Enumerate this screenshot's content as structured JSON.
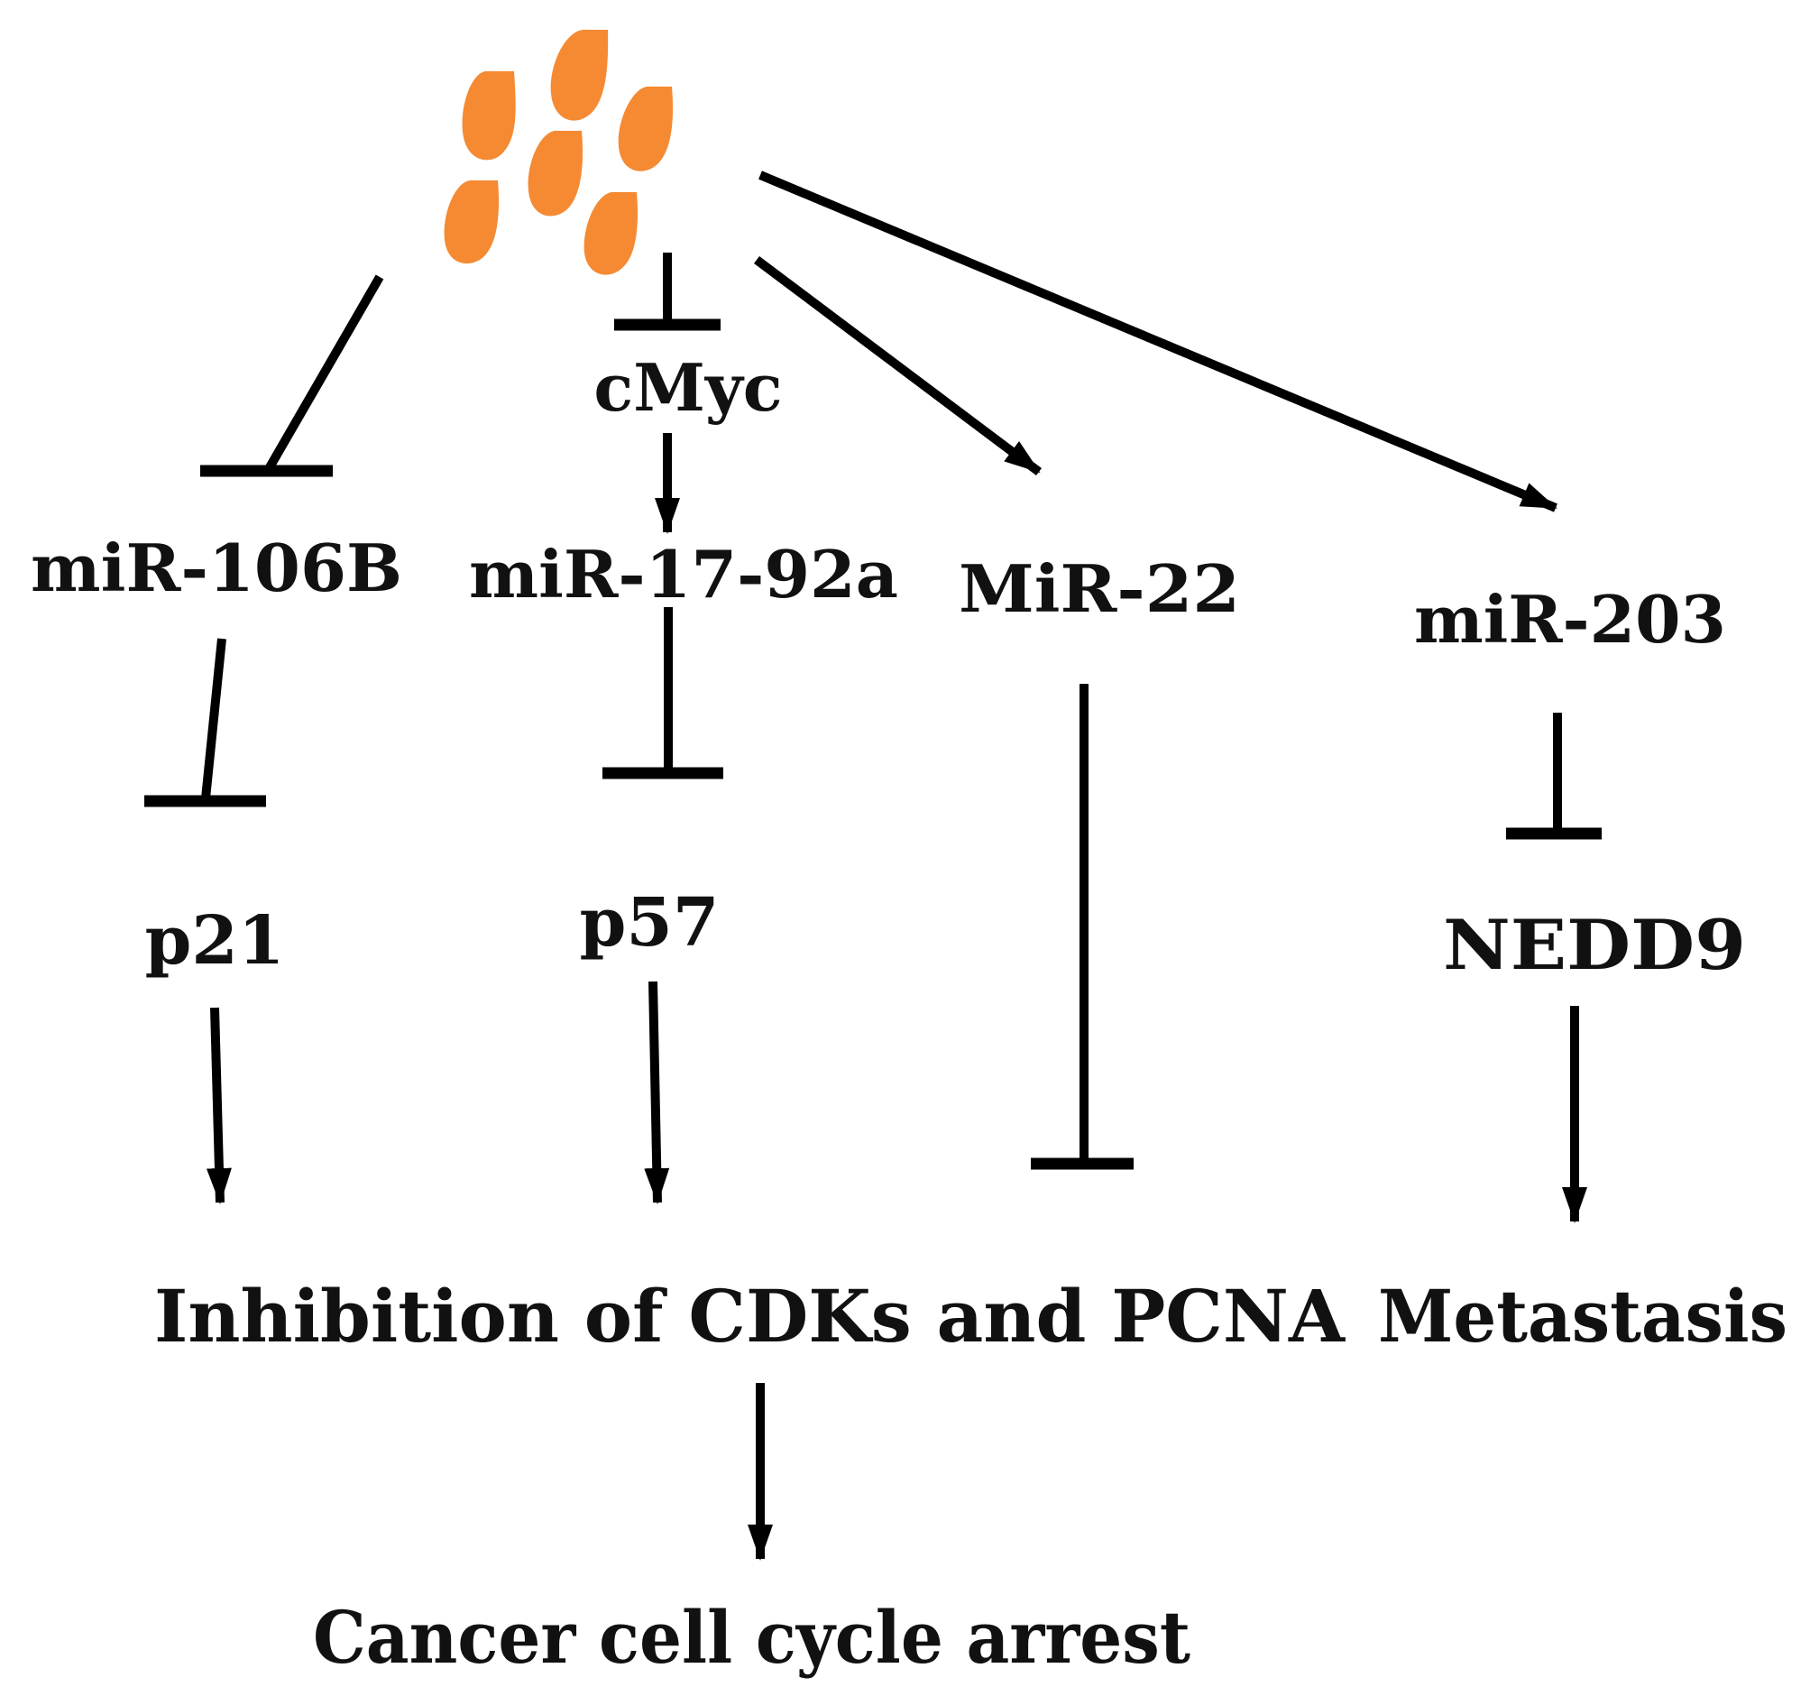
{
  "diagram": {
    "colors": {
      "seed_fill": "#F58A33",
      "line": "#000000",
      "text": "#111111"
    },
    "icon": "seeds-cluster-icon",
    "nodes": {
      "cmyc": "cMyc",
      "mir106b": "miR-106B",
      "mir1792a": "miR-17-92a",
      "mir22": "MiR-22",
      "mir203": "miR-203",
      "p21": "p21",
      "p57": "p57",
      "nedd9": "NEDD9",
      "inhibition": "Inhibition of CDKs and PCNA",
      "metastasis": "Metastasis",
      "arrest": "Cancer cell cycle arrest"
    },
    "edges": [
      {
        "from": "seeds",
        "to": "mir106b",
        "type": "inhibits"
      },
      {
        "from": "seeds",
        "to": "cmyc",
        "type": "inhibits"
      },
      {
        "from": "seeds",
        "to": "mir22",
        "type": "activates"
      },
      {
        "from": "seeds",
        "to": "mir203",
        "type": "activates"
      },
      {
        "from": "cmyc",
        "to": "mir1792a",
        "type": "activates"
      },
      {
        "from": "mir106b",
        "to": "p21",
        "type": "inhibits"
      },
      {
        "from": "mir1792a",
        "to": "p57",
        "type": "inhibits"
      },
      {
        "from": "mir22",
        "to": "inhibition",
        "type": "inhibits"
      },
      {
        "from": "mir203",
        "to": "nedd9",
        "type": "inhibits"
      },
      {
        "from": "p21",
        "to": "inhibition",
        "type": "activates"
      },
      {
        "from": "p57",
        "to": "inhibition",
        "type": "activates"
      },
      {
        "from": "nedd9",
        "to": "metastasis",
        "type": "activates"
      },
      {
        "from": "inhibition",
        "to": "arrest",
        "type": "activates"
      }
    ]
  }
}
